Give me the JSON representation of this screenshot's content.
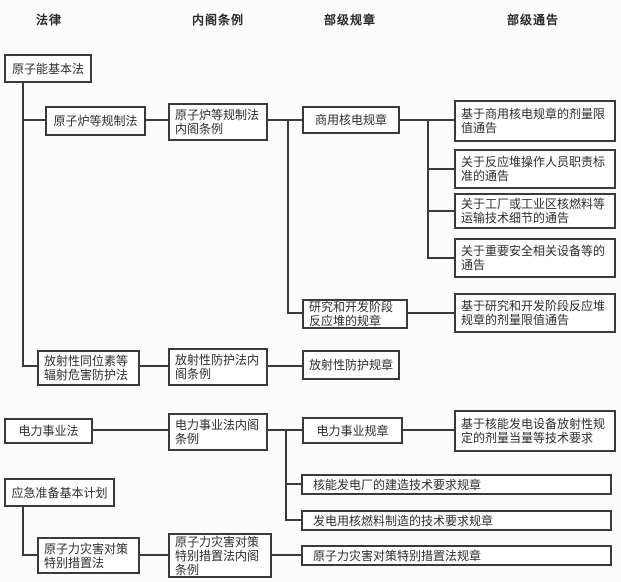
{
  "page": {
    "background": "#fcfcfc",
    "box_border_color": "#3a3a3a",
    "line_color": "#3a3a3a",
    "text_color": "#2e2e2e"
  },
  "headers": {
    "law": "法律",
    "cabinet_order": "内阁条例",
    "ministerial_rule": "部级规章",
    "ministerial_notice": "部级通告"
  },
  "nodes": {
    "atomic_energy_basic_law": "原子能基本法",
    "reactor_regulation_law": "原子炉等规制法",
    "reactor_regulation_cabinet_order": "原子炉等规制法内阁条例",
    "commercial_npp_rules": "商用核电规章",
    "notice_dose_limit_commercial": "基于商用核电规章的剂量限值通告",
    "notice_operator_duty": "关于反应堆操作人员职责标准的通告",
    "notice_fuel_transport": "关于工厂或工业区核燃料等运输技术细节的通告",
    "notice_safety_equipment": "关于重要安全相关设备等的通告",
    "rd_reactor_rules": "研究和开发阶段反应堆的规章",
    "notice_dose_limit_rd": "基于研究和开发阶段反应堆规章的剂量限值通告",
    "radiation_hazard_protection_law": "放射性同位素等辐射危害防护法",
    "radiation_protection_cabinet_order": "放射性防护法内阁条例",
    "radiation_protection_rules": "放射性防护规章",
    "electricity_business_law": "电力事业法",
    "electricity_business_cabinet_order": "电力事业法内阁条例",
    "electricity_business_rules": "电力事业规章",
    "notice_dose_equivalent_requirements": "基于核能发电设备放射性规定的剂量当量等技术要求",
    "npp_construction_rules": "核能发电厂的建造技术要求规章",
    "fuel_manufacturing_rules": "发电用核燃料制造的技术要求规章",
    "emergency_preparedness_plan": "应急准备基本计划",
    "nuclear_disaster_special_law": "原子力灾害对策特别措置法",
    "nuclear_disaster_cabinet_order": "原子力灾害对策特别措置法内阁条例",
    "nuclear_disaster_rules": "原子力灾害对策特别措置法规章"
  }
}
